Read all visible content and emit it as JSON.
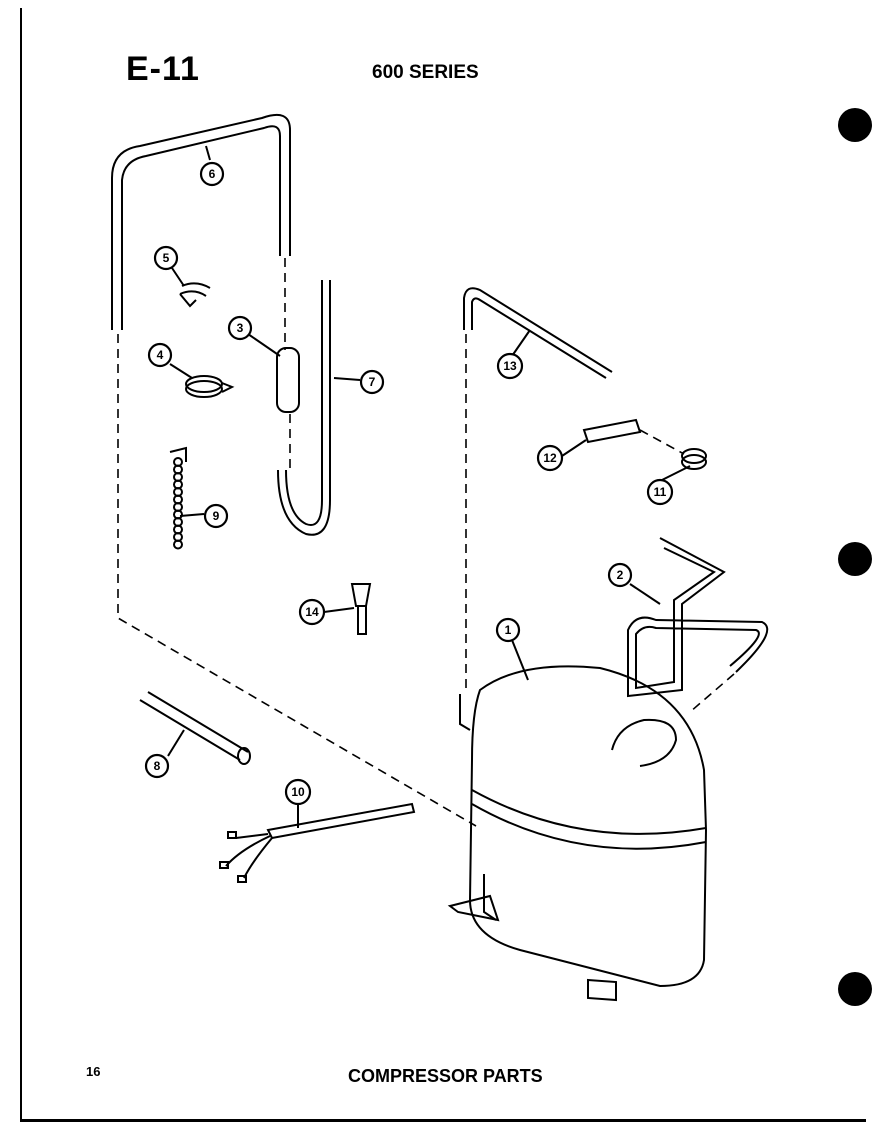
{
  "header": {
    "sheet_id": "E-11",
    "series": "600 SERIES"
  },
  "footer": {
    "page_number": "16",
    "caption": "COMPRESSOR PARTS"
  },
  "callouts": [
    {
      "label": "1"
    },
    {
      "label": "2"
    },
    {
      "label": "3"
    },
    {
      "label": "4"
    },
    {
      "label": "5"
    },
    {
      "label": "6"
    },
    {
      "label": "7"
    },
    {
      "label": "8"
    },
    {
      "label": "9"
    },
    {
      "label": "10"
    },
    {
      "label": "11"
    },
    {
      "label": "12"
    },
    {
      "label": "13"
    },
    {
      "label": "14"
    }
  ],
  "colors": {
    "ink": "#000000",
    "paper": "#ffffff"
  }
}
